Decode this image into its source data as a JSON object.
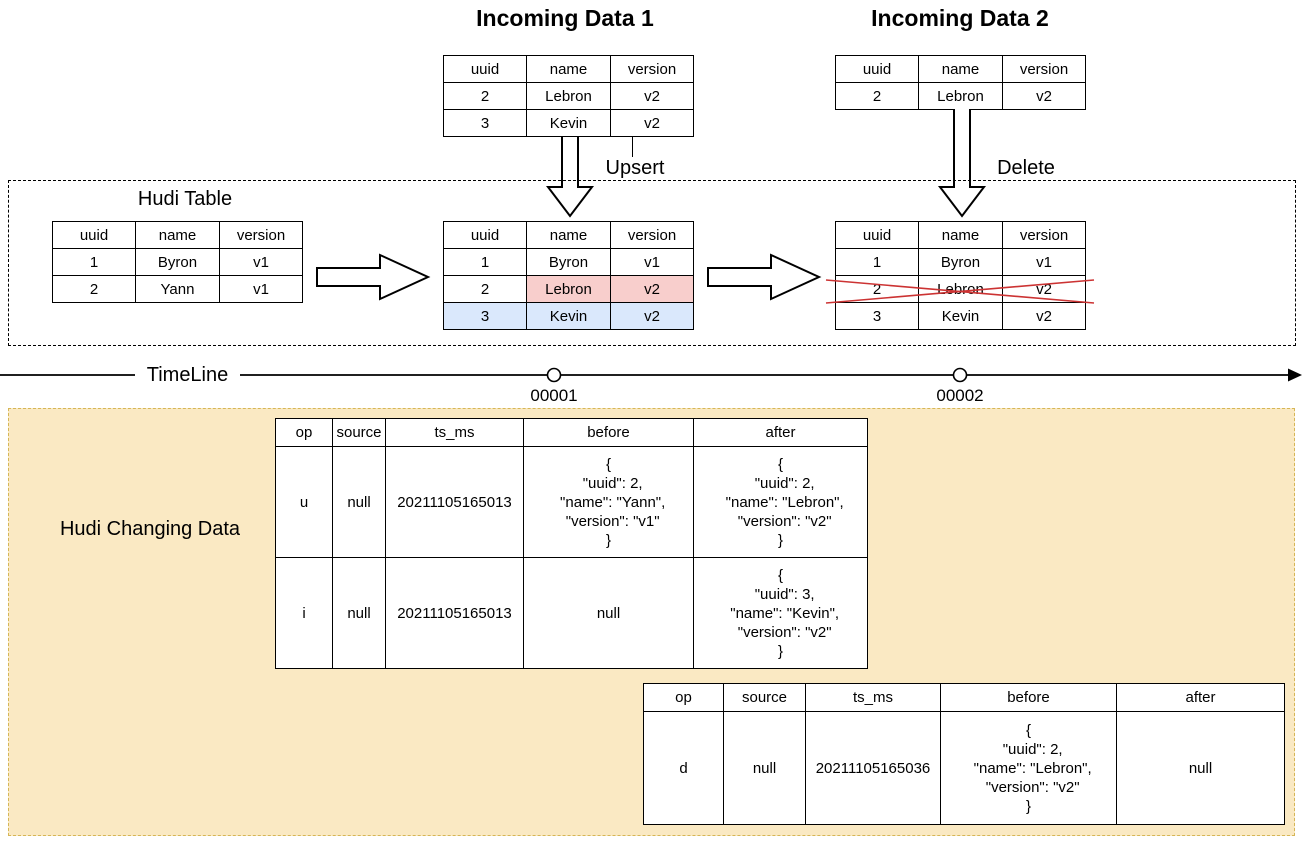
{
  "incoming1": {
    "title": "Incoming Data 1",
    "headers": [
      "uuid",
      "name",
      "version"
    ],
    "rows": [
      [
        "2",
        "Lebron",
        "v2"
      ],
      [
        "3",
        "Kevin",
        "v2"
      ]
    ]
  },
  "incoming2": {
    "title": "Incoming Data 2",
    "headers": [
      "uuid",
      "name",
      "version"
    ],
    "rows": [
      [
        "2",
        "Lebron",
        "v2"
      ]
    ]
  },
  "operations": {
    "upsert": "Upsert",
    "delete": "Delete"
  },
  "hudi_box": {
    "title": "Hudi Table",
    "initial": {
      "headers": [
        "uuid",
        "name",
        "version"
      ],
      "rows": [
        [
          "1",
          "Byron",
          "v1"
        ],
        [
          "2",
          "Yann",
          "v1"
        ]
      ]
    },
    "after_upsert": {
      "headers": [
        "uuid",
        "name",
        "version"
      ],
      "rows": [
        [
          "1",
          "Byron",
          "v1"
        ],
        [
          "2",
          "Lebron",
          "v2"
        ],
        [
          "3",
          "Kevin",
          "v2"
        ]
      ]
    },
    "after_delete": {
      "headers": [
        "uuid",
        "name",
        "version"
      ],
      "rows": [
        [
          "1",
          "Byron",
          "v1"
        ],
        [
          "2",
          "Lebron",
          "v2"
        ],
        [
          "3",
          "Kevin",
          "v2"
        ]
      ]
    }
  },
  "timeline": {
    "label": "TimeLine",
    "commits": [
      "00001",
      "00002"
    ]
  },
  "changing_data": {
    "title": "Hudi Changing Data",
    "headers": [
      "op",
      "source",
      "ts_ms",
      "before",
      "after"
    ],
    "table1_rows": [
      {
        "op": "u",
        "source": "null",
        "ts_ms": "20211105165013",
        "before": "{\n  \"uuid\": 2,\n  \"name\": \"Yann\",\n  \"version\": \"v1\"\n}",
        "after": "{\n  \"uuid\": 2,\n  \"name\": \"Lebron\",\n  \"version\": \"v2\"\n}"
      },
      {
        "op": "i",
        "source": "null",
        "ts_ms": "20211105165013",
        "before": "null",
        "after": "{\n  \"uuid\": 3,\n  \"name\": \"Kevin\",\n  \"version\": \"v2\"\n}"
      }
    ],
    "table2_rows": [
      {
        "op": "d",
        "source": "null",
        "ts_ms": "20211105165036",
        "before": "{\n  \"uuid\": 2,\n  \"name\": \"Lebron\",\n  \"version\": \"v2\"\n}",
        "after": "null"
      }
    ]
  },
  "colors": {
    "updated_cell_fill": "#f8cecc",
    "updated_cell_stroke": "#b85450",
    "inserted_row_fill": "#dae8fc",
    "inserted_row_stroke": "#6c8ebf",
    "changing_box_fill": "#fae9c3",
    "changing_box_stroke": "#d6b656",
    "delete_cross": "#cc3333"
  }
}
